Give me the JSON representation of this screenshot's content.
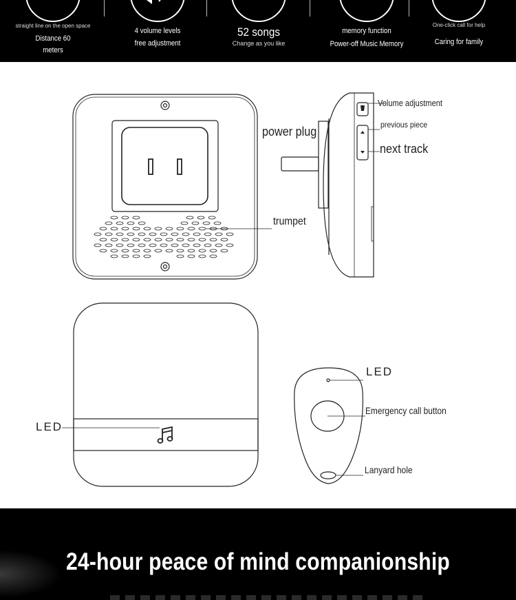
{
  "features": [
    {
      "icon": "signal-icon",
      "small": "straight line on the open space",
      "line1": "Distance 60",
      "line2": "meters"
    },
    {
      "icon": "speaker-volume-icon",
      "line1": "4 volume levels",
      "line2": "free adjustment"
    },
    {
      "icon": "music-notes-icon",
      "big": "52 songs",
      "line2": "Change as you like"
    },
    {
      "icon": "face-memory-icon",
      "line1": "memory function",
      "line2": "Power-off Music Memory"
    },
    {
      "icon": "hand-call-icon",
      "small": "One-click call for help",
      "line2": "Caring for family"
    }
  ],
  "diagram": {
    "labels": {
      "power_plug": "power plug",
      "trumpet": "trumpet",
      "volume_adjustment": "Volume adjustment",
      "previous_piece": "previous piece",
      "next_track": "next track",
      "receiver_led": "LED",
      "remote_led": "LED",
      "emergency_call": "Emergency call button",
      "lanyard_hole": "Lanyard hole"
    }
  },
  "banner": {
    "headline": "24-hour peace of mind companionship"
  }
}
